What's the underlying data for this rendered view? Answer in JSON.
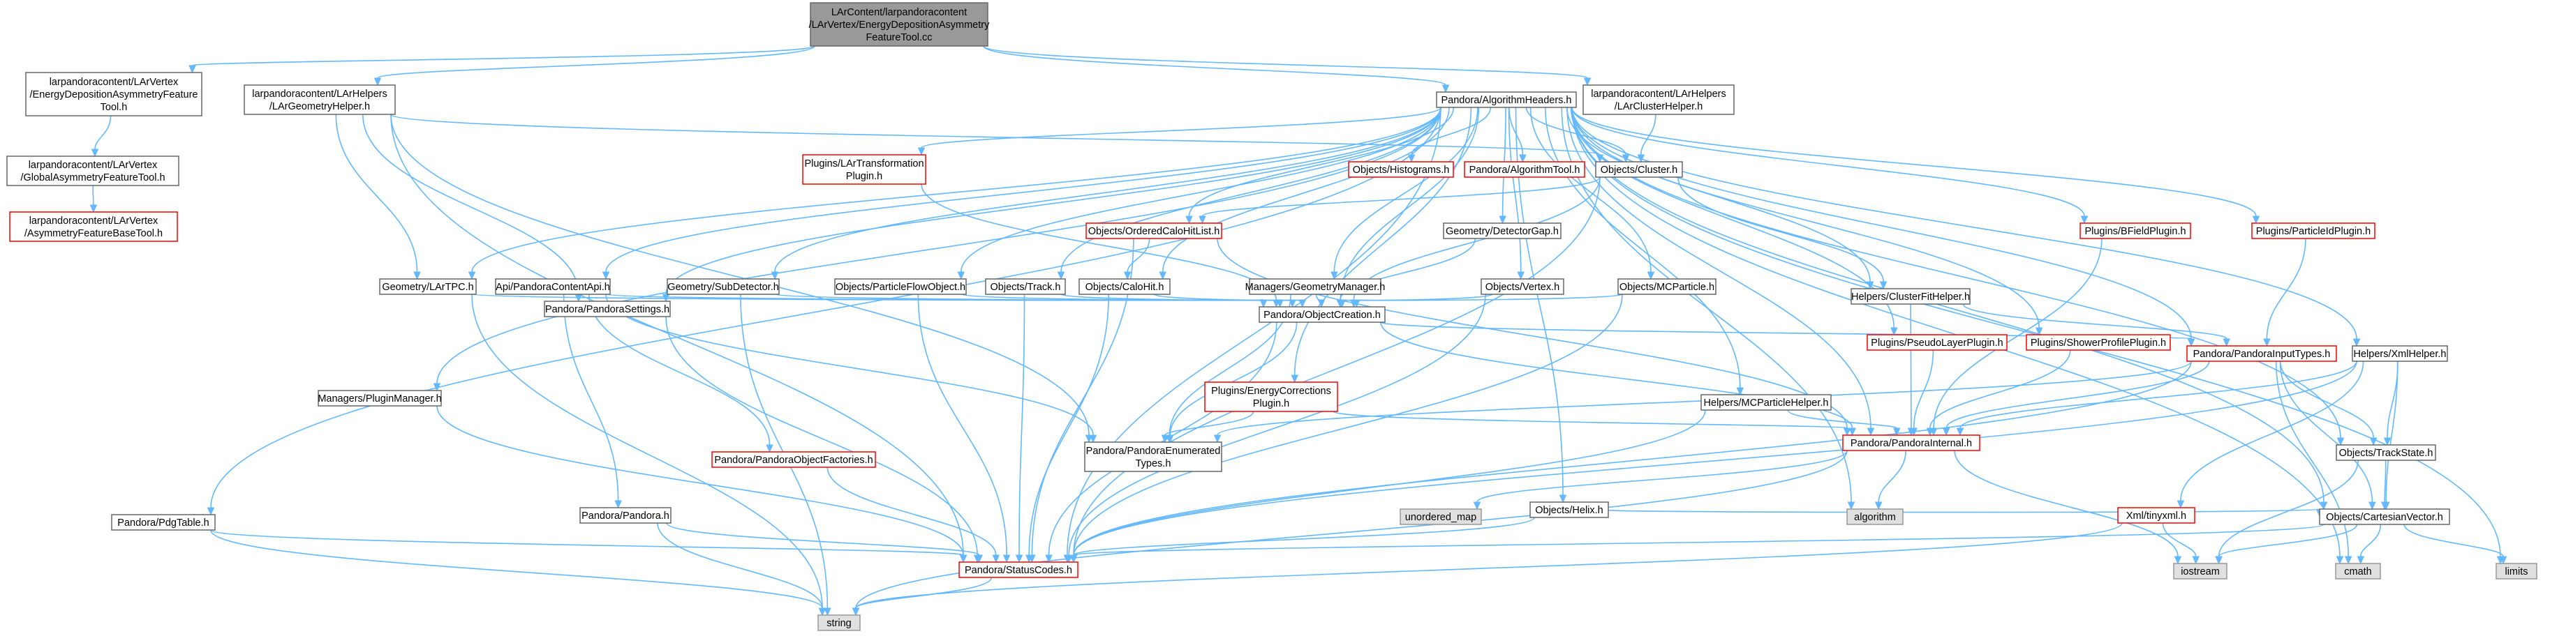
{
  "graph": {
    "nodes": [
      {
        "id": "root",
        "lines": [
          "LArContent/larpandoracontent",
          "/LArVertex/EnergyDepositionAsymmetry",
          "FeatureTool.cc"
        ],
        "style": "root",
        "link": false
      },
      {
        "id": "edaft_h",
        "lines": [
          "larpandoracontent/LArVertex",
          "/EnergyDepositionAsymmetryFeature",
          "Tool.h"
        ],
        "style": "default",
        "link": true
      },
      {
        "id": "gaft_h",
        "lines": [
          "larpandoracontent/LArVertex",
          "/GlobalAsymmetryFeatureTool.h"
        ],
        "style": "default",
        "link": true
      },
      {
        "id": "afbt_h",
        "lines": [
          "larpandoracontent/LArVertex",
          "/AsymmetryFeatureBaseTool.h"
        ],
        "style": "red",
        "link": true
      },
      {
        "id": "geomhelper",
        "lines": [
          "larpandoracontent/LArHelpers",
          "/LArGeometryHelper.h"
        ],
        "style": "default",
        "link": true
      },
      {
        "id": "algheaders",
        "lines": [
          "Pandora/AlgorithmHeaders.h"
        ],
        "style": "default",
        "link": true
      },
      {
        "id": "clusterhelper",
        "lines": [
          "larpandoracontent/LArHelpers",
          "/LArClusterHelper.h"
        ],
        "style": "default",
        "link": true
      },
      {
        "id": "lartransform",
        "lines": [
          "Plugins/LArTransformation",
          "Plugin.h"
        ],
        "style": "red",
        "link": true
      },
      {
        "id": "histograms",
        "lines": [
          "Objects/Histograms.h"
        ],
        "style": "red",
        "link": true
      },
      {
        "id": "algtool",
        "lines": [
          "Pandora/AlgorithmTool.h"
        ],
        "style": "red",
        "link": true
      },
      {
        "id": "cluster",
        "lines": [
          "Objects/Cluster.h"
        ],
        "style": "default",
        "link": true
      },
      {
        "id": "orderedcalo",
        "lines": [
          "Objects/OrderedCaloHitList.h"
        ],
        "style": "red",
        "link": true
      },
      {
        "id": "detgap",
        "lines": [
          "Geometry/DetectorGap.h"
        ],
        "style": "default",
        "link": true
      },
      {
        "id": "bfield",
        "lines": [
          "Plugins/BFieldPlugin.h"
        ],
        "style": "red",
        "link": true
      },
      {
        "id": "particleid",
        "lines": [
          "Plugins/ParticleIdPlugin.h"
        ],
        "style": "red",
        "link": true
      },
      {
        "id": "lartpc",
        "lines": [
          "Geometry/LArTPC.h"
        ],
        "style": "default",
        "link": true
      },
      {
        "id": "contentapi",
        "lines": [
          "Api/PandoraContentApi.h"
        ],
        "style": "default",
        "link": true
      },
      {
        "id": "subdetector",
        "lines": [
          "Geometry/SubDetector.h"
        ],
        "style": "default",
        "link": true
      },
      {
        "id": "pfo",
        "lines": [
          "Objects/ParticleFlowObject.h"
        ],
        "style": "default",
        "link": true
      },
      {
        "id": "track",
        "lines": [
          "Objects/Track.h"
        ],
        "style": "default",
        "link": true
      },
      {
        "id": "calohit",
        "lines": [
          "Objects/CaloHit.h"
        ],
        "style": "default",
        "link": true
      },
      {
        "id": "geommanager",
        "lines": [
          "Managers/GeometryManager.h"
        ],
        "style": "default",
        "link": true
      },
      {
        "id": "vertex",
        "lines": [
          "Objects/Vertex.h"
        ],
        "style": "default",
        "link": true
      },
      {
        "id": "mcparticle",
        "lines": [
          "Objects/MCParticle.h"
        ],
        "style": "default",
        "link": true
      },
      {
        "id": "clusterfithelper",
        "lines": [
          "Helpers/ClusterFitHelper.h"
        ],
        "style": "default",
        "link": true
      },
      {
        "id": "settings",
        "lines": [
          "Pandora/PandoraSettings.h"
        ],
        "style": "default",
        "link": true
      },
      {
        "id": "objcreation",
        "lines": [
          "Pandora/ObjectCreation.h"
        ],
        "style": "default",
        "link": true
      },
      {
        "id": "pseudolayer",
        "lines": [
          "Plugins/PseudoLayerPlugin.h"
        ],
        "style": "red",
        "link": true
      },
      {
        "id": "showerprofile",
        "lines": [
          "Plugins/ShowerProfilePlugin.h"
        ],
        "style": "red",
        "link": true
      },
      {
        "id": "inputtypes",
        "lines": [
          "Pandora/PandoraInputTypes.h"
        ],
        "style": "red",
        "link": true
      },
      {
        "id": "xmlhelper",
        "lines": [
          "Helpers/XmlHelper.h"
        ],
        "style": "default",
        "link": true
      },
      {
        "id": "pluginmgr",
        "lines": [
          "Managers/PluginManager.h"
        ],
        "style": "default",
        "link": true
      },
      {
        "id": "energycorr",
        "lines": [
          "Plugins/EnergyCorrections",
          "Plugin.h"
        ],
        "style": "red",
        "link": true
      },
      {
        "id": "mcphelper",
        "lines": [
          "Helpers/MCParticleHelper.h"
        ],
        "style": "default",
        "link": true
      },
      {
        "id": "objfactories",
        "lines": [
          "Pandora/PandoraObjectFactories.h"
        ],
        "style": "red",
        "link": true
      },
      {
        "id": "enumtypes",
        "lines": [
          "Pandora/PandoraEnumerated",
          "Types.h"
        ],
        "style": "default",
        "link": true
      },
      {
        "id": "internal",
        "lines": [
          "Pandora/PandoraInternal.h"
        ],
        "style": "red",
        "link": true
      },
      {
        "id": "trackstate",
        "lines": [
          "Objects/TrackState.h"
        ],
        "style": "default",
        "link": true
      },
      {
        "id": "helix",
        "lines": [
          "Objects/Helix.h"
        ],
        "style": "default",
        "link": true
      },
      {
        "id": "pandora",
        "lines": [
          "Pandora/Pandora.h"
        ],
        "style": "default",
        "link": true
      },
      {
        "id": "unordered_map",
        "lines": [
          "unordered_map"
        ],
        "style": "gray",
        "link": false
      },
      {
        "id": "algorithm",
        "lines": [
          "algorithm"
        ],
        "style": "gray",
        "link": false
      },
      {
        "id": "tinyxml",
        "lines": [
          "Xml/tinyxml.h"
        ],
        "style": "red",
        "link": true
      },
      {
        "id": "cartvector",
        "lines": [
          "Objects/CartesianVector.h"
        ],
        "style": "default",
        "link": true
      },
      {
        "id": "pdgtable",
        "lines": [
          "Pandora/PdgTable.h"
        ],
        "style": "default",
        "link": true
      },
      {
        "id": "statuscodes",
        "lines": [
          "Pandora/StatusCodes.h"
        ],
        "style": "red",
        "link": true
      },
      {
        "id": "iostream",
        "lines": [
          "iostream"
        ],
        "style": "gray",
        "link": false
      },
      {
        "id": "cmath",
        "lines": [
          "cmath"
        ],
        "style": "gray",
        "link": false
      },
      {
        "id": "limits",
        "lines": [
          "limits"
        ],
        "style": "gray",
        "link": false
      },
      {
        "id": "string",
        "lines": [
          "string"
        ],
        "style": "gray",
        "link": false
      }
    ],
    "edges": [
      [
        "root",
        "edaft_h"
      ],
      [
        "root",
        "geomhelper"
      ],
      [
        "root",
        "algheaders"
      ],
      [
        "root",
        "clusterhelper"
      ],
      [
        "edaft_h",
        "gaft_h"
      ],
      [
        "gaft_h",
        "afbt_h"
      ],
      [
        "geomhelper",
        "cluster"
      ],
      [
        "geomhelper",
        "lartpc"
      ],
      [
        "geomhelper",
        "settings"
      ],
      [
        "geomhelper",
        "enumtypes"
      ],
      [
        "geomhelper",
        "statuscodes"
      ],
      [
        "clusterhelper",
        "cluster"
      ],
      [
        "algheaders",
        "lartransform"
      ],
      [
        "algheaders",
        "histograms"
      ],
      [
        "algheaders",
        "algtool"
      ],
      [
        "algheaders",
        "cluster"
      ],
      [
        "algheaders",
        "orderedcalo"
      ],
      [
        "algheaders",
        "detgap"
      ],
      [
        "algheaders",
        "bfield"
      ],
      [
        "algheaders",
        "particleid"
      ],
      [
        "algheaders",
        "lartpc"
      ],
      [
        "algheaders",
        "contentapi"
      ],
      [
        "algheaders",
        "subdetector"
      ],
      [
        "algheaders",
        "pfo"
      ],
      [
        "algheaders",
        "track"
      ],
      [
        "algheaders",
        "calohit"
      ],
      [
        "algheaders",
        "geommanager"
      ],
      [
        "algheaders",
        "vertex"
      ],
      [
        "algheaders",
        "mcparticle"
      ],
      [
        "algheaders",
        "clusterfithelper"
      ],
      [
        "algheaders",
        "settings"
      ],
      [
        "algheaders",
        "objcreation"
      ],
      [
        "algheaders",
        "pseudolayer"
      ],
      [
        "algheaders",
        "showerprofile"
      ],
      [
        "algheaders",
        "inputtypes"
      ],
      [
        "algheaders",
        "xmlhelper"
      ],
      [
        "algheaders",
        "pluginmgr"
      ],
      [
        "algheaders",
        "energycorr"
      ],
      [
        "algheaders",
        "mcphelper"
      ],
      [
        "algheaders",
        "internal"
      ],
      [
        "algheaders",
        "trackstate"
      ],
      [
        "algheaders",
        "helix"
      ],
      [
        "algheaders",
        "algorithm"
      ],
      [
        "algheaders",
        "cartvector"
      ],
      [
        "algheaders",
        "pdgtable"
      ],
      [
        "algheaders",
        "statuscodes"
      ],
      [
        "algheaders",
        "cmath"
      ],
      [
        "algheaders",
        "limits"
      ],
      [
        "lartransform",
        "objcreation"
      ],
      [
        "cluster",
        "orderedcalo"
      ],
      [
        "cluster",
        "objcreation"
      ],
      [
        "cluster",
        "clusterfithelper"
      ],
      [
        "cluster",
        "statuscodes"
      ],
      [
        "orderedcalo",
        "calohit"
      ],
      [
        "orderedcalo",
        "internal"
      ],
      [
        "orderedcalo",
        "statuscodes"
      ],
      [
        "detgap",
        "objcreation"
      ],
      [
        "bfield",
        "internal"
      ],
      [
        "particleid",
        "inputtypes"
      ],
      [
        "lartpc",
        "objcreation"
      ],
      [
        "lartpc",
        "string"
      ],
      [
        "contentapi",
        "objcreation"
      ],
      [
        "contentapi",
        "objfactories"
      ],
      [
        "contentapi",
        "pandora"
      ],
      [
        "contentapi",
        "enumtypes"
      ],
      [
        "subdetector",
        "objcreation"
      ],
      [
        "subdetector",
        "string"
      ],
      [
        "pfo",
        "objcreation"
      ],
      [
        "pfo",
        "statuscodes"
      ],
      [
        "track",
        "objcreation"
      ],
      [
        "track",
        "statuscodes"
      ],
      [
        "calohit",
        "objcreation"
      ],
      [
        "calohit",
        "statuscodes"
      ],
      [
        "geommanager",
        "objcreation"
      ],
      [
        "geommanager",
        "enumtypes"
      ],
      [
        "vertex",
        "objcreation"
      ],
      [
        "vertex",
        "statuscodes"
      ],
      [
        "mcparticle",
        "objcreation"
      ],
      [
        "mcparticle",
        "statuscodes"
      ],
      [
        "clusterfithelper",
        "internal"
      ],
      [
        "clusterfithelper",
        "inputtypes"
      ],
      [
        "settings",
        "statuscodes"
      ],
      [
        "objcreation",
        "inputtypes"
      ],
      [
        "objcreation",
        "internal"
      ],
      [
        "objcreation",
        "enumtypes"
      ],
      [
        "objcreation",
        "statuscodes"
      ],
      [
        "pseudolayer",
        "internal"
      ],
      [
        "showerprofile",
        "internal"
      ],
      [
        "inputtypes",
        "enumtypes"
      ],
      [
        "inputtypes",
        "internal"
      ],
      [
        "inputtypes",
        "trackstate"
      ],
      [
        "inputtypes",
        "cartvector"
      ],
      [
        "inputtypes",
        "statuscodes"
      ],
      [
        "inputtypes",
        "cmath"
      ],
      [
        "xmlhelper",
        "internal"
      ],
      [
        "xmlhelper",
        "trackstate"
      ],
      [
        "xmlhelper",
        "cartvector"
      ],
      [
        "xmlhelper",
        "tinyxml"
      ],
      [
        "xmlhelper",
        "statuscodes"
      ],
      [
        "pluginmgr",
        "statuscodes"
      ],
      [
        "energycorr",
        "internal"
      ],
      [
        "energycorr",
        "enumtypes"
      ],
      [
        "mcphelper",
        "internal"
      ],
      [
        "mcphelper",
        "statuscodes"
      ],
      [
        "objfactories",
        "statuscodes"
      ],
      [
        "internal",
        "unordered_map"
      ],
      [
        "internal",
        "algorithm"
      ],
      [
        "internal",
        "iostream"
      ],
      [
        "internal",
        "string"
      ],
      [
        "trackstate",
        "cartvector"
      ],
      [
        "trackstate",
        "iostream"
      ],
      [
        "helix",
        "cartvector"
      ],
      [
        "helix",
        "statuscodes"
      ],
      [
        "pandora",
        "statuscodes"
      ],
      [
        "pandora",
        "string"
      ],
      [
        "tinyxml",
        "iostream"
      ],
      [
        "tinyxml",
        "string"
      ],
      [
        "cartvector",
        "statuscodes"
      ],
      [
        "cartvector",
        "iostream"
      ],
      [
        "cartvector",
        "cmath"
      ],
      [
        "cartvector",
        "limits"
      ],
      [
        "pdgtable",
        "statuscodes"
      ],
      [
        "pdgtable",
        "string"
      ],
      [
        "statuscodes",
        "string"
      ]
    ]
  }
}
